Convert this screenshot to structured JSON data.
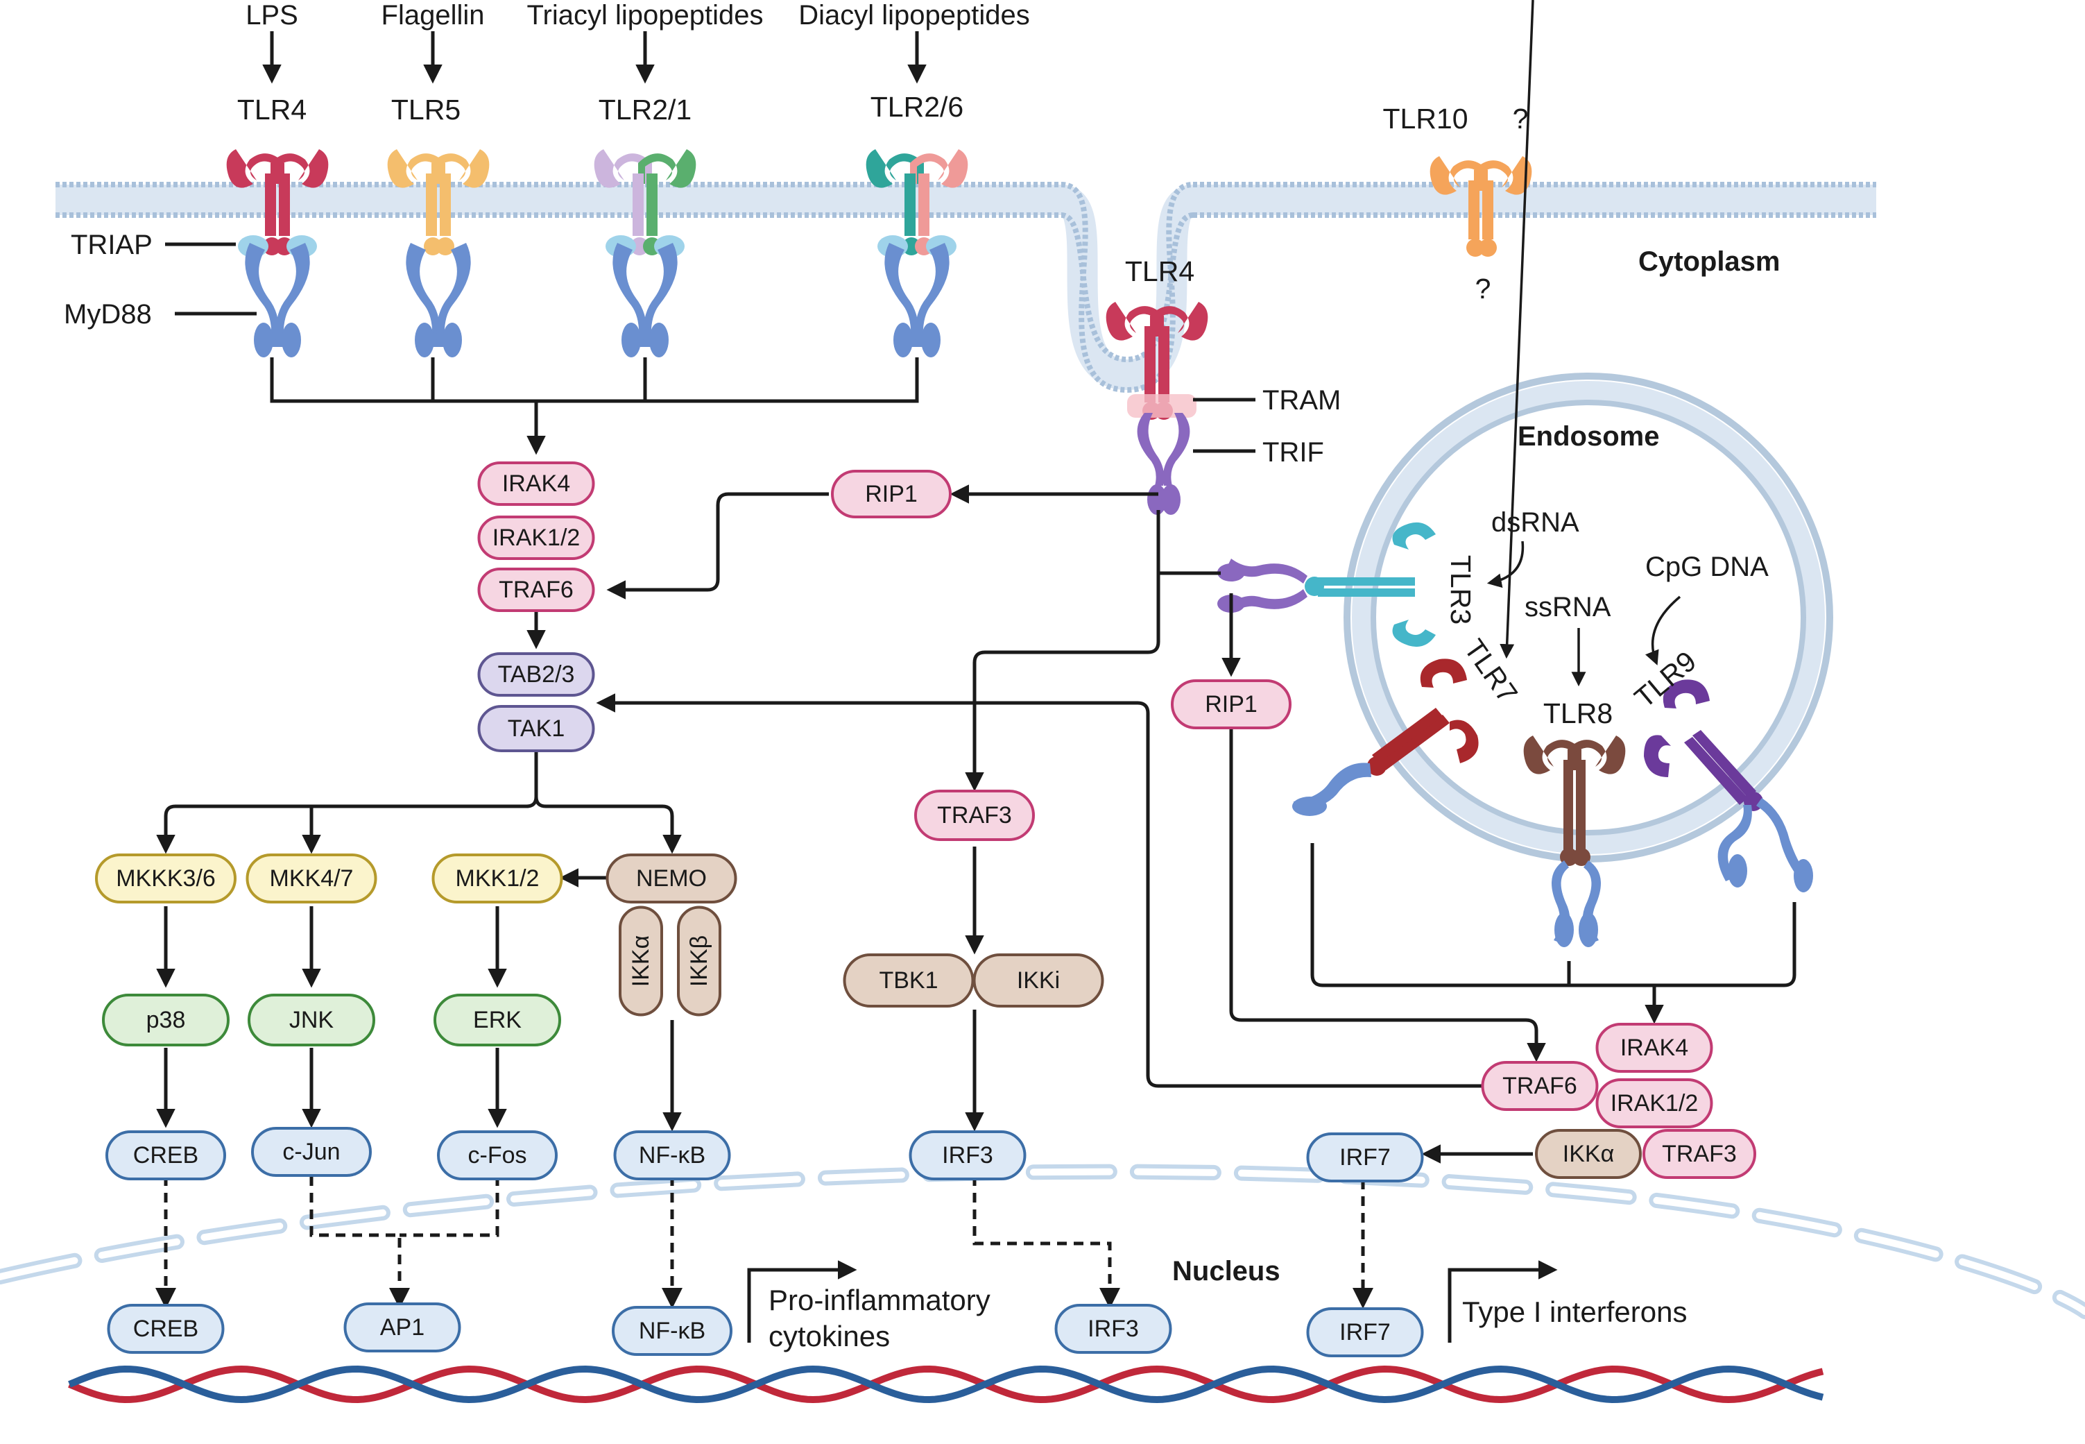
{
  "ligands": [
    "LPS",
    "Flagellin",
    "Triacyl lipopeptides",
    "Diacyl lipopeptides"
  ],
  "receptors": {
    "tlr4": "TLR4",
    "tlr5": "TLR5",
    "tlr21": "TLR2/1",
    "tlr26": "TLR2/6",
    "tlr10": "TLR10",
    "tlr4_endocytosed": "TLR4",
    "tlr3": "TLR3",
    "tlr7": "TLR7",
    "tlr8": "TLR8",
    "tlr9": "TLR9"
  },
  "unknown_marks": [
    "?",
    "?"
  ],
  "adaptors": {
    "triap": "TRIAP",
    "myd88": "MyD88",
    "tram": "TRAM",
    "trif": "TRIF"
  },
  "compartments": {
    "cytoplasm": "Cytoplasm",
    "endosome": "Endosome",
    "nucleus": "Nucleus"
  },
  "endosome_ligands": {
    "dsrna": "dsRNA",
    "ssrna": "ssRNA",
    "cpg": "CpG DNA"
  },
  "nodes": {
    "irak4": "IRAK4",
    "irak12": "IRAK1/2",
    "traf6": "TRAF6",
    "rip1_top": "RIP1",
    "tab23": "TAB2/3",
    "tak1": "TAK1",
    "mkkk36": "MKKK3/6",
    "mkk47": "MKK4/7",
    "mkk12": "MKK1/2",
    "nemo": "NEMO",
    "ikka": "IKKα",
    "ikkb": "IKKβ",
    "p38": "p38",
    "jnk": "JNK",
    "erk": "ERK",
    "creb": "CREB",
    "cjun": "c-Jun",
    "cfos": "c-Fos",
    "nfkb": "NF-κB",
    "traf3": "TRAF3",
    "tbk1": "TBK1",
    "ikki": "IKKi",
    "irf3": "IRF3",
    "rip1_right": "RIP1",
    "traf6_right": "TRAF6",
    "irak4_right": "IRAK4",
    "irak12_right": "IRAK1/2",
    "ikka_right": "IKKα",
    "traf3_right": "TRAF3",
    "irf7": "IRF7",
    "nuc_creb": "CREB",
    "nuc_ap1": "AP1",
    "nuc_nfkb": "NF-κB",
    "nuc_irf3": "IRF3",
    "nuc_irf7": "IRF7"
  },
  "outputs": {
    "proinflammatory_line1": "Pro-inflammatory",
    "proinflammatory_line2": "cytokines",
    "interferons": "Type I interferons"
  },
  "colors": {
    "pink": "#f6d6e2",
    "pink_stroke": "#c23b73",
    "lavender": "#dcd7ee",
    "lavender_stroke": "#5e5691",
    "yellow": "#fbf4cc",
    "yellow_stroke": "#b59a2b",
    "green": "#dff0d9",
    "green_stroke": "#3d8a3a",
    "blue": "#dde9f6",
    "blue_stroke": "#3c6ea7",
    "tan": "#e4d2c4",
    "tan_stroke": "#6f4f3e",
    "tlr4": "#c83a5a",
    "tlr5": "#f4be6d",
    "tlr1": "#ccb5dd",
    "tlr2": "#5aaf6e",
    "tlr6": "#2fa59a",
    "tlr6b": "#ef9a98",
    "tlr10": "#f5a45a",
    "tlr3": "#45b6c9",
    "tlr7": "#a9282c",
    "tlr8": "#7b4a3e",
    "tlr9": "#6b3a9b",
    "myd88": "#6a8fd0",
    "trif": "#8a68bf",
    "membrane": "#a8c0da",
    "dna_red": "#c0283a",
    "dna_blue": "#2a5e9a"
  }
}
